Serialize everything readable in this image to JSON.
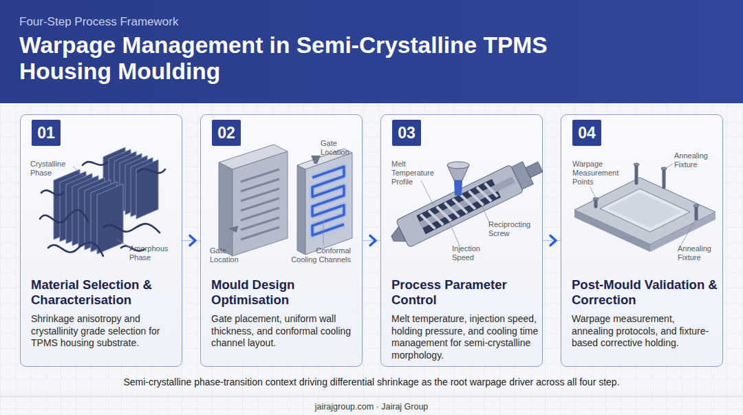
{
  "diagram": {
    "title": "Warpage Management in Semi-Crystalline TPMS Housing Moulding",
    "caption": "Semi-crystalline phase-transition context driving differential shrinkage as the root warpage driver across all four step.",
    "nodes": [
      {
        "text": [
          "Material Selection & Characterisation",
          "Shrinkage anisotropy and crystallinity grade selection for TPMS housing substrate."
        ]
      },
      {
        "text": [
          "01"
        ],
        "in": 0
      },
      {
        "text": [
          "Mould Design Optimisation",
          "Gate placement, uniform wall thickness, and conformal cooling channel layout."
        ]
      },
      {
        "text": [
          "02"
        ],
        "in": 2
      },
      {
        "text": [
          "Process Parameter Control",
          "Melt temperature, injection speed, holding pressure, and cooling time management for semi-crystalline morphology."
        ]
      },
      {
        "text": [
          "03"
        ],
        "in": 4
      },
      {
        "text": [
          "Post-Mould Validation & Correction",
          "Warpage measurement, annealing protocols, and fixture-based corrective holding."
        ]
      },
      {
        "text": [
          "04"
        ],
        "in": 6
      }
    ],
    "edges": [
      {
        "from": 0,
        "to": 2,
        "arrow": "to"
      },
      {
        "from": 2,
        "to": 4,
        "arrow": "to"
      },
      {
        "from": 4,
        "to": 6,
        "arrow": "to"
      }
    ],
    "labels": [
      "Four-Step Process Framework",
      "Crystalline Phase",
      "Amorphous Phase",
      "Gate Location",
      "Gate Location",
      "Conformal Cooling Channels",
      "Melt Temperature Profile",
      "Reciprocting Screw",
      "Injection Speed",
      "Warpage Measurement Points",
      "Annealing Fixture",
      "Annealing Fixture",
      "jairajgroup.com · Jairaj Group"
    ]
  }
}
